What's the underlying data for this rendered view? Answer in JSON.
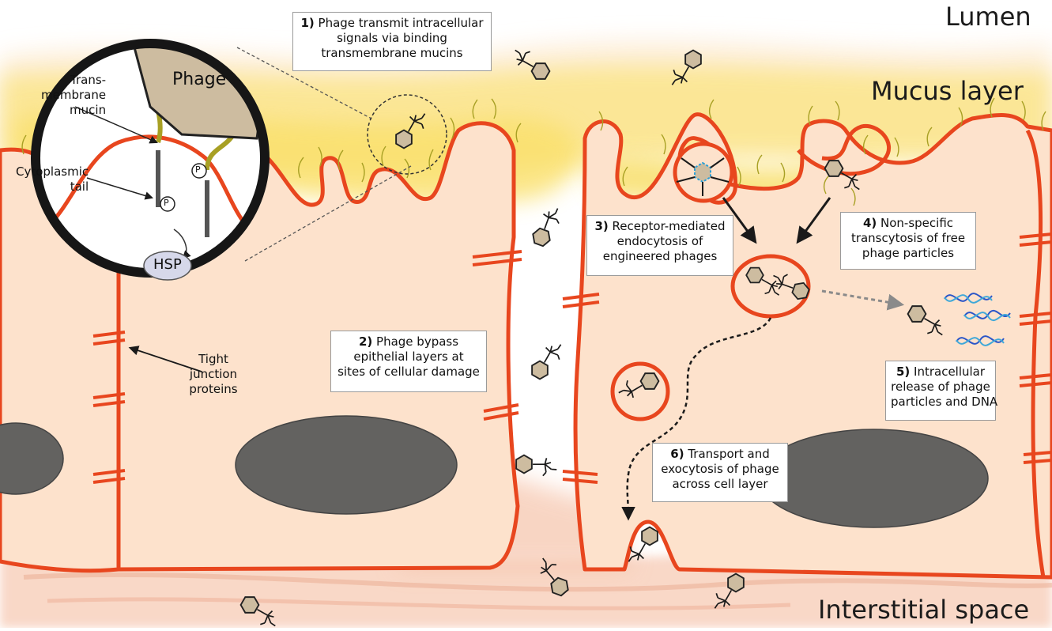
{
  "regions": {
    "lumen": "Lumen",
    "mucus_layer": "Mucus layer",
    "interstitial_space": "Interstitial space"
  },
  "inset": {
    "phage": "Phage",
    "transmembrane_mucin": "Trans-\nmembrane\nmucin",
    "cytoplasmic_tail": "Cytoplasmic\ntail",
    "phospho": "P",
    "hsp": "HSP"
  },
  "tight_junction_label": "Tight\njunction\nproteins",
  "steps": [
    {
      "num": "1)",
      "text": "Phage transmit intracellular\nsignals via binding\ntransmembrane mucins"
    },
    {
      "num": "2)",
      "text": "Phage bypass\nepithelial layers at\nsites of cellular damage"
    },
    {
      "num": "3)",
      "text": "Receptor-mediated\nendocytosis of\nengineered phages"
    },
    {
      "num": "4)",
      "text": "Non-specific\ntranscytosis of free\nphage particles"
    },
    {
      "num": "5)",
      "text": "Intracellular\nrelease of phage\nparticles and DNA"
    },
    {
      "num": "6)",
      "text": "Transport and\nexocytosis of phage\nacross cell layer"
    }
  ],
  "colors": {
    "membrane": "#e8461e",
    "cytoplasm": "#fde2cc",
    "mucus": "#fbe58a",
    "nucleus": "#636260",
    "phage_head": "#cdbca0",
    "mucin": "#a8a024",
    "hsp": "#d6d8ea"
  }
}
